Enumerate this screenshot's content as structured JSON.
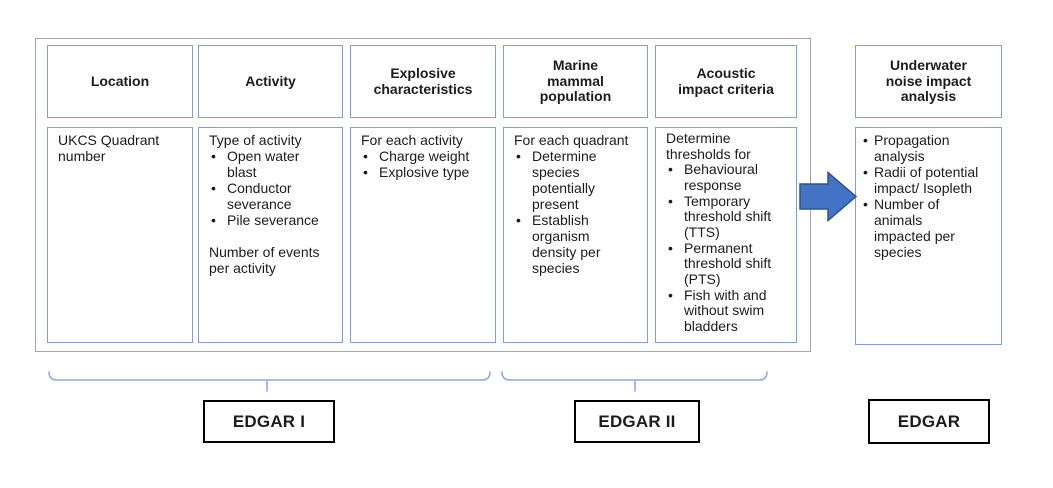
{
  "diagram": {
    "bullet_char": "•",
    "columns": [
      {
        "header": "Location",
        "intro": "UKCS Quadrant\nnumber",
        "bullets": [],
        "footer": ""
      },
      {
        "header": "Activity",
        "intro": "Type of activity",
        "bullets": [
          "Open water\nblast",
          "Conductor\nseverance",
          "Pile severance"
        ],
        "footer": "Number of events\nper activity"
      },
      {
        "header": "Explosive\ncharacteristics",
        "intro": "For each activity",
        "bullets": [
          "Charge weight",
          "Explosive type"
        ],
        "footer": ""
      },
      {
        "header": "Marine\nmammal\npopulation",
        "intro": "For each quadrant",
        "bullets": [
          "Determine\nspecies\npotentially\npresent",
          "Establish\norganism\ndensity per\nspecies"
        ],
        "footer": ""
      },
      {
        "header": "Acoustic\nimpact criteria",
        "intro": "Determine\nthresholds for",
        "bullets": [
          "Behavioural\nresponse",
          "Temporary\nthreshold shift\n(TTS)",
          "Permanent\nthreshold shift\n(PTS)",
          "Fish with and\nwithout swim\nbladders"
        ],
        "footer": ""
      }
    ],
    "result": {
      "header": "Underwater\nnoise impact\nanalysis",
      "bullets": [
        "Propagation\nanalysis",
        "Radii of potential\nimpact/ Isopleth",
        "Number of\nanimals\nimpacted per\nspecies"
      ]
    },
    "labels": {
      "edgar_i": "EDGAR I",
      "edgar_ii": "EDGAR II",
      "edgar": "EDGAR"
    },
    "icons": {
      "flow_arrow": "right-arrow-icon"
    },
    "colors": {
      "box_border_blue": "#7e9fd9",
      "container_border_gray": "#a6a6a6",
      "brace_blue": "#8faadc",
      "arrow_fill": "#4472c4",
      "arrow_stroke": "#2e5395",
      "label_border_black": "#000000",
      "text": "#1c1c1c"
    }
  }
}
